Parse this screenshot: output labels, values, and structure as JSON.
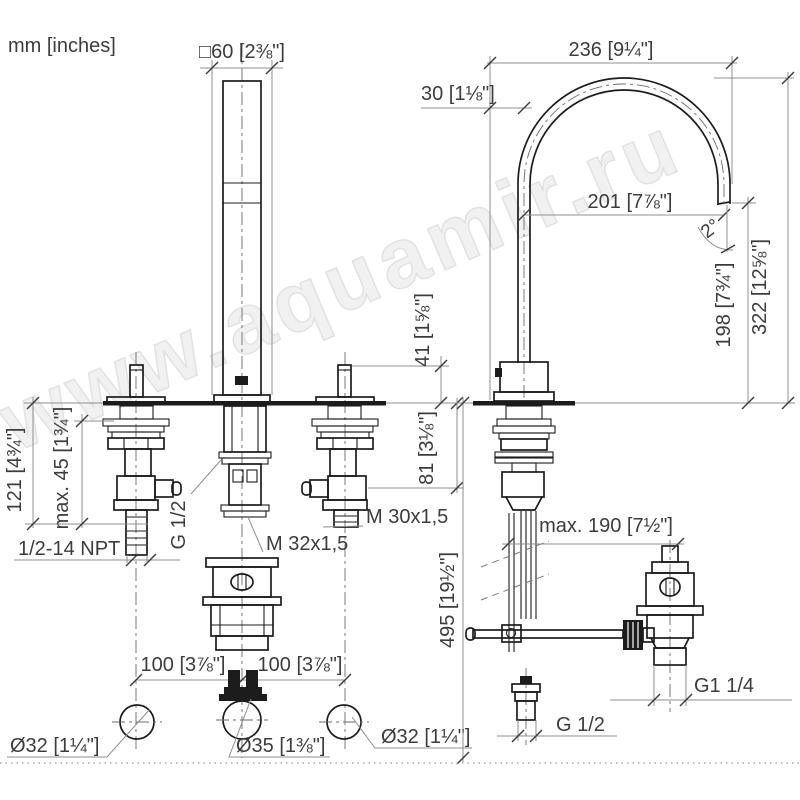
{
  "colors": {
    "line": "#1c1c1c",
    "dimension": "#8f8f8f",
    "text": "#3c3c3c"
  },
  "general": {
    "units_label": "mm [inches]",
    "watermark": "www.aquamir.ru"
  },
  "front_view": {
    "dims": {
      "spout_width": "□60 [2⅜\"]",
      "outlet_height": "41 [1⅝\"]",
      "below_deck_depth": "81 [3⅛\"]",
      "max_deck_thickness": "max. 45 [1¾\"]",
      "install_depth": "121 [4¾\"]",
      "spacing_left": "100 [3⅞\"]",
      "spacing_right": "100 [3⅞\"]",
      "hole_left": "Ø32 [1¼\"]",
      "hole_center": "Ø35 [1⅜\"]",
      "hole_right": "Ø32 [1¼\"]"
    },
    "threads": {
      "supply_thread": "1/2-14 NPT",
      "spout_shank_thread": "G 1/2",
      "drain_body_thread": "M 32x1,5",
      "valve_thread": "M 30x1,5"
    }
  },
  "side_view": {
    "dims": {
      "reach_total": "236 [9¼\"]",
      "back_offset": "30 [1⅛\"]",
      "projection": "201 [7⅞\"]",
      "outlet_angle": "2°",
      "height_total": "322 [12⅝\"]",
      "outlet_height": "198 [7¾\"]",
      "drain_rod_reach": "max. 190 [7½\"]",
      "hose_length": "495 [19½\"]"
    },
    "threads": {
      "drain_outlet_thread": "G1 1/4",
      "supply_bottom_thread": "G 1/2"
    }
  }
}
